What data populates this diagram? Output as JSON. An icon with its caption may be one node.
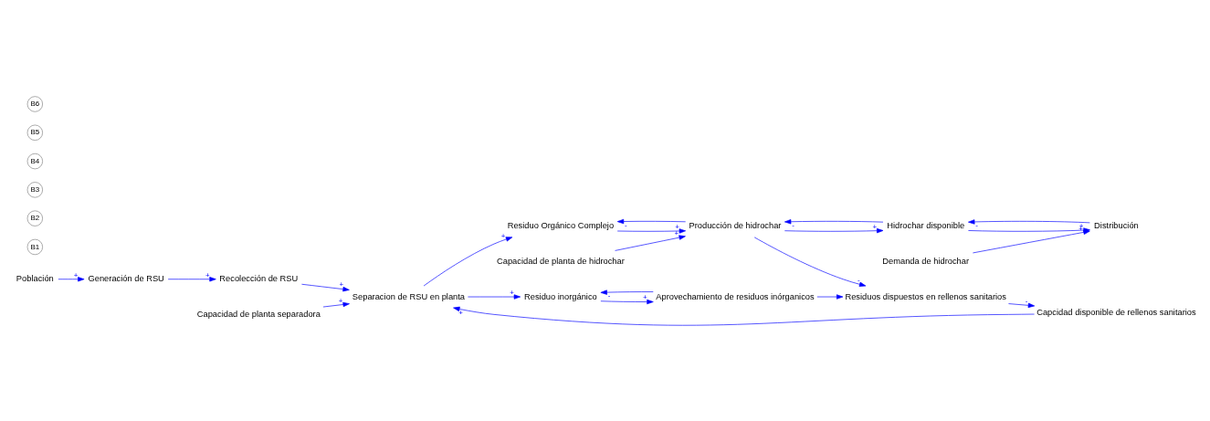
{
  "diagram": {
    "nodes": [
      {
        "text": [
          "Población"
        ]
      },
      {
        "text": [
          "Generación de RSU"
        ]
      },
      {
        "text": [
          "Recolección de RSU"
        ]
      },
      {
        "text": [
          "Capacidad de planta separadora"
        ]
      },
      {
        "text": [
          "Separacion de RSU en planta"
        ]
      },
      {
        "text": [
          "Residuo Orgánico Complejo"
        ]
      },
      {
        "text": [
          "Capacidad de planta de hidrochar"
        ]
      },
      {
        "text": [
          "Producción de hidrochar"
        ]
      },
      {
        "text": [
          "Hidrochar disponible"
        ]
      },
      {
        "text": [
          "Demanda de hidrochar"
        ]
      },
      {
        "text": [
          "Residuo inorgánico"
        ]
      },
      {
        "text": [
          "Capcidad disponible de rellenos sanitarios"
        ]
      },
      {
        "text": [
          "Aprovechamiento de residuos inórganicos"
        ]
      },
      {
        "text": [
          "Residuos dispuestos en rellenos sanitarios"
        ]
      },
      {
        "text": [
          "Distribución"
        ]
      }
    ],
    "edges": [
      {
        "from": 0,
        "to": 1,
        "arrow": "to",
        "label": "+"
      },
      {
        "from": 1,
        "to": 2,
        "arrow": "to",
        "label": "+"
      },
      {
        "from": 2,
        "to": 4,
        "arrow": "to",
        "label": "+"
      },
      {
        "from": 3,
        "to": 4,
        "arrow": "to",
        "label": "+"
      },
      {
        "from": 4,
        "to": 5,
        "arrow": "to",
        "label": "+"
      },
      {
        "from": 7,
        "to": 5,
        "arrow": "to",
        "label": "-"
      },
      {
        "from": 5,
        "to": 7,
        "arrow": "to",
        "label": "+"
      },
      {
        "from": 6,
        "to": 7,
        "arrow": "to",
        "label": "+"
      },
      {
        "from": 7,
        "to": 8,
        "arrow": "to",
        "label": "+"
      },
      {
        "from": 8,
        "to": 7,
        "arrow": "to",
        "label": "-"
      },
      {
        "from": 7,
        "to": 13,
        "arrow": "to",
        "label": "-"
      },
      {
        "from": 8,
        "to": 14,
        "arrow": "to",
        "label": "+"
      },
      {
        "from": 14,
        "to": 8,
        "arrow": "to",
        "label": "-"
      },
      {
        "from": 9,
        "to": 14,
        "arrow": "to",
        "label": "+"
      },
      {
        "from": 4,
        "to": 10,
        "arrow": "to",
        "label": "+"
      },
      {
        "from": 10,
        "to": 12,
        "arrow": "to",
        "label": "+"
      },
      {
        "from": 12,
        "to": 10,
        "arrow": "to",
        "label": "-"
      },
      {
        "from": 12,
        "to": 13,
        "arrow": "to"
      },
      {
        "from": 13,
        "to": 11,
        "arrow": "to",
        "label": "-"
      },
      {
        "from": 11,
        "to": 4,
        "arrow": "to",
        "label": "+"
      }
    ],
    "labels": [
      "B1",
      "B2",
      "B3",
      "B4",
      "B5",
      "B6"
    ]
  }
}
